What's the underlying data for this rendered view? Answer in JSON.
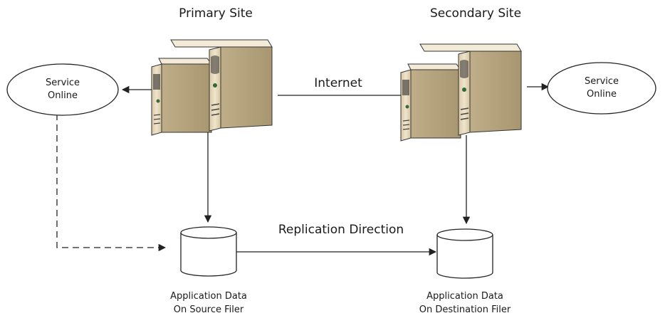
{
  "primary_site": {
    "title": "Primary Site"
  },
  "secondary_site": {
    "title": "Secondary Site"
  },
  "connection": {
    "label": "Internet"
  },
  "replication": {
    "label": "Replication Direction"
  },
  "service_primary": {
    "line1": "Service",
    "line2": "Online"
  },
  "service_secondary": {
    "line1": "Service",
    "line2": "Online"
  },
  "source_storage": {
    "line1": "Application Data",
    "line2": "On Source Filer"
  },
  "destination_storage": {
    "line1": "Application Data",
    "line2": "On Destination Filer"
  },
  "icons": [
    "server-icon",
    "storage-cylinder-icon",
    "service-ellipse"
  ],
  "colors": {
    "server_front": "#e9dcc1",
    "server_side": "#cbbb98",
    "server_top": "#f3ead8",
    "line": "#222222"
  }
}
